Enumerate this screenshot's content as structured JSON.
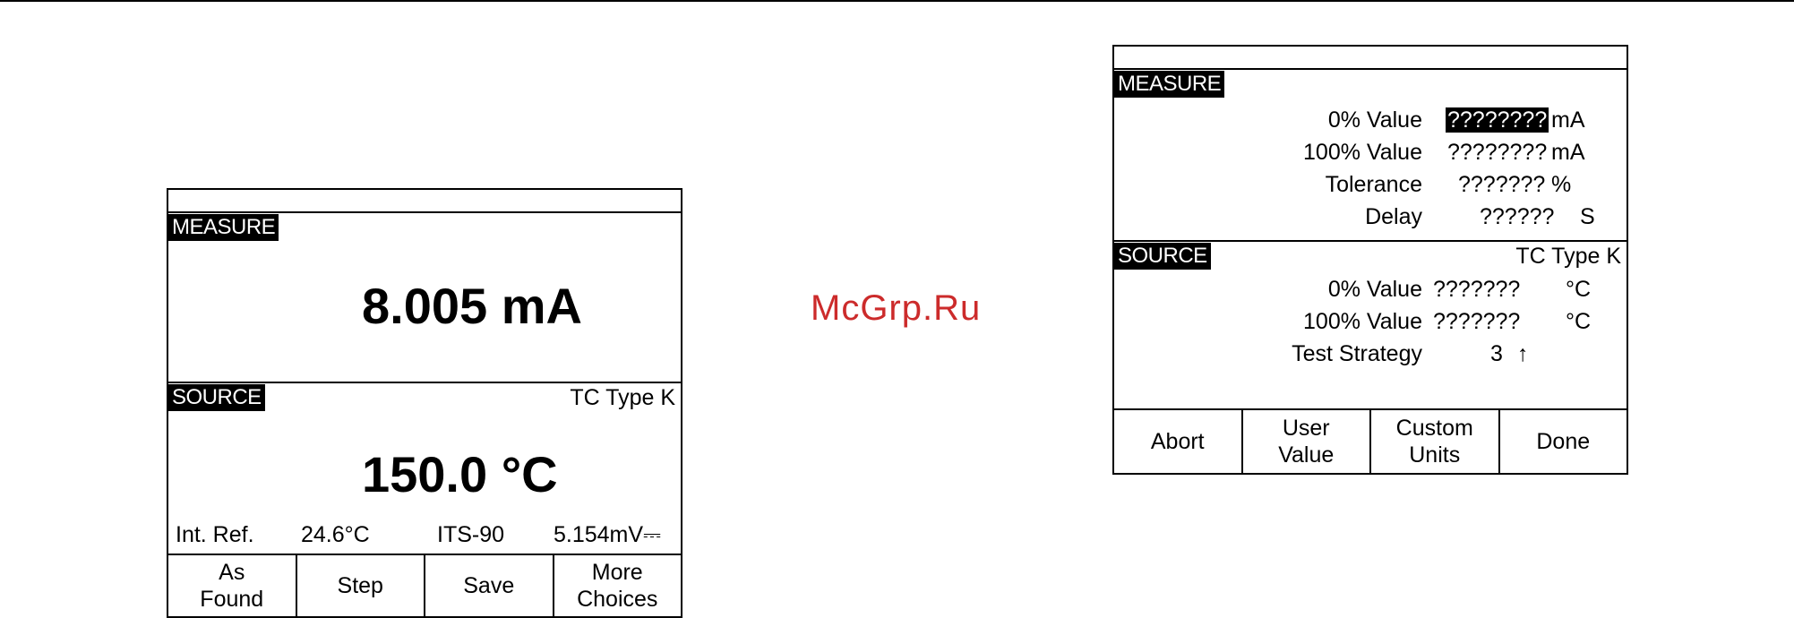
{
  "left_screen": {
    "measure_tag": "MEASURE",
    "measure_reading": "8.005 mA",
    "source_tag": "SOURCE",
    "tc_type": "TC  Type  K",
    "source_reading": "150.0  °C",
    "status": {
      "int_ref_label": "Int. Ref.",
      "int_ref_value": "24.6°C",
      "scale": "ITS-90",
      "mv": "5.154mV⎓"
    },
    "softkeys": [
      "As\nFound",
      "Step",
      "Save",
      "More\nChoices"
    ]
  },
  "watermark": "McGrp.Ru",
  "right_screen": {
    "measure_tag": "MEASURE",
    "measure_fields": [
      {
        "label": "0%  Value",
        "value": "????????",
        "unit": "mA"
      },
      {
        "label": "100%  Value",
        "value": "????????",
        "unit": "mA"
      },
      {
        "label": "Tolerance",
        "value": "???????",
        "unit": "%"
      },
      {
        "label": "Delay",
        "value": "??????",
        "unit": "S"
      }
    ],
    "source_tag": "SOURCE",
    "tc_type": "TC  Type  K",
    "source_fields": [
      {
        "label": "0%  Value",
        "value": "???????",
        "unit": "°C"
      },
      {
        "label": "100%  Value",
        "value": "???????",
        "unit": "°C"
      },
      {
        "label": "Test  Strategy",
        "value": "3",
        "unit": "↑"
      }
    ],
    "softkeys": [
      "Abort",
      "User\nValue",
      "Custom\nUnits",
      "Done"
    ]
  }
}
